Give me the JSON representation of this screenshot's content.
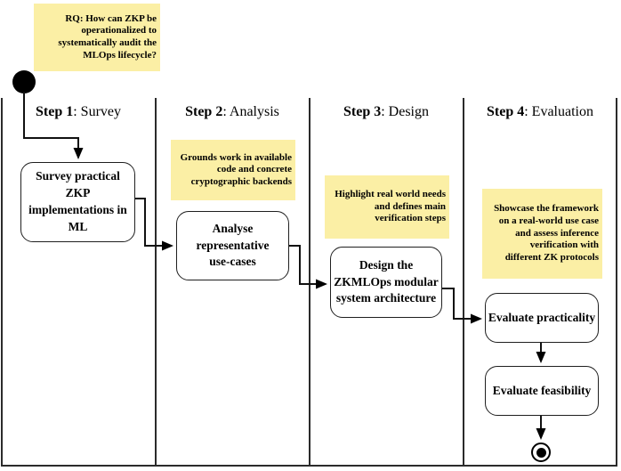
{
  "colors": {
    "note_bg": "#FBEFA5",
    "line": "#2b2b2b",
    "box_border": "#1f1f1f",
    "box_bg": "#ffffff",
    "text": "#000000"
  },
  "research_question": {
    "text": "RQ: How can ZKP be\noperationalized to\nsystematically audit the\nMLOps lifecycle?"
  },
  "lanes": [
    {
      "step_label": "Step 1",
      "title_rest": ": Survey"
    },
    {
      "step_label": "Step 2",
      "title_rest": ": Analysis"
    },
    {
      "step_label": "Step 3",
      "title_rest": ": Design"
    },
    {
      "step_label": "Step 4",
      "title_rest": ": Evaluation"
    }
  ],
  "notes": [
    {
      "text": "Grounds work in available\ncode and concrete\ncryptographic backends"
    },
    {
      "text": "Highlight real world needs\nand defines main\nverification steps"
    },
    {
      "text": "Showcase the framework\non a real-world use case\nand assess inference\nverification with\ndifferent ZK protocols"
    }
  ],
  "activities": [
    {
      "label": "Survey practical\nZKP\nimplementations in\nML"
    },
    {
      "label": "Analyse\nrepresentative\nuse-cases"
    },
    {
      "label": "Design the\nZKMLOps modular\nsystem architecture"
    },
    {
      "label": "Evaluate practicality"
    },
    {
      "label": "Evaluate feasibility"
    }
  ]
}
